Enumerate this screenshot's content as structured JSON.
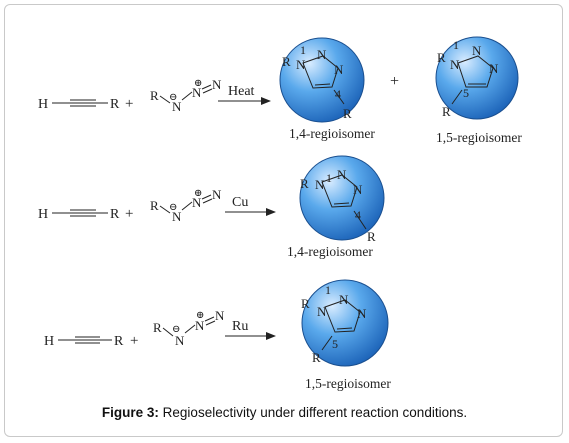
{
  "colors": {
    "sphere_light": "#d9ecff",
    "sphere_mid": "#5aa9ec",
    "sphere_dark": "#1c63b8",
    "sphere_stroke": "#1a4f8f",
    "ink": "#222222"
  },
  "atoms": {
    "h": "H",
    "r": "R",
    "n": "N",
    "plus": "+"
  },
  "charges": {
    "negative": "⊖",
    "positive": "⊕"
  },
  "conditions": {
    "heat": "Heat",
    "cu": "Cu",
    "ru": "Ru"
  },
  "ring_labels": {
    "pos1": "1",
    "pos4": "4",
    "pos5": "5"
  },
  "products": {
    "regio14": "1,4-regioisomer",
    "regio15": "1,5-regioisomer"
  },
  "caption": {
    "figure": "Figure 3:",
    "text": "Regioselectivity under different reaction conditions."
  }
}
